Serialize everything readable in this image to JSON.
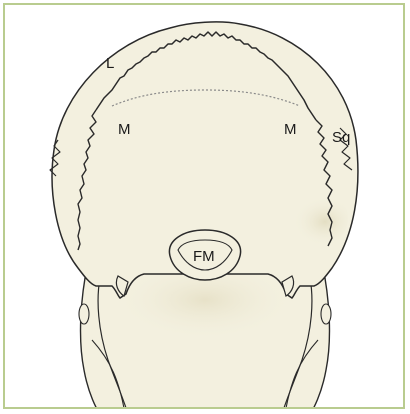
{
  "colors": {
    "frame": "#b9cc8f",
    "bone": "#f3f0df",
    "bone_shadow": "#e7e1c8",
    "outline": "#2a2a2a",
    "suture": "#2a2a2a",
    "suture_faint": "#8a8a8a"
  },
  "labels": {
    "lambdoid": "L",
    "mastoid_left": "M",
    "mastoid_right": "M",
    "squamous": "Sq",
    "foramen_magnum": "FM"
  }
}
